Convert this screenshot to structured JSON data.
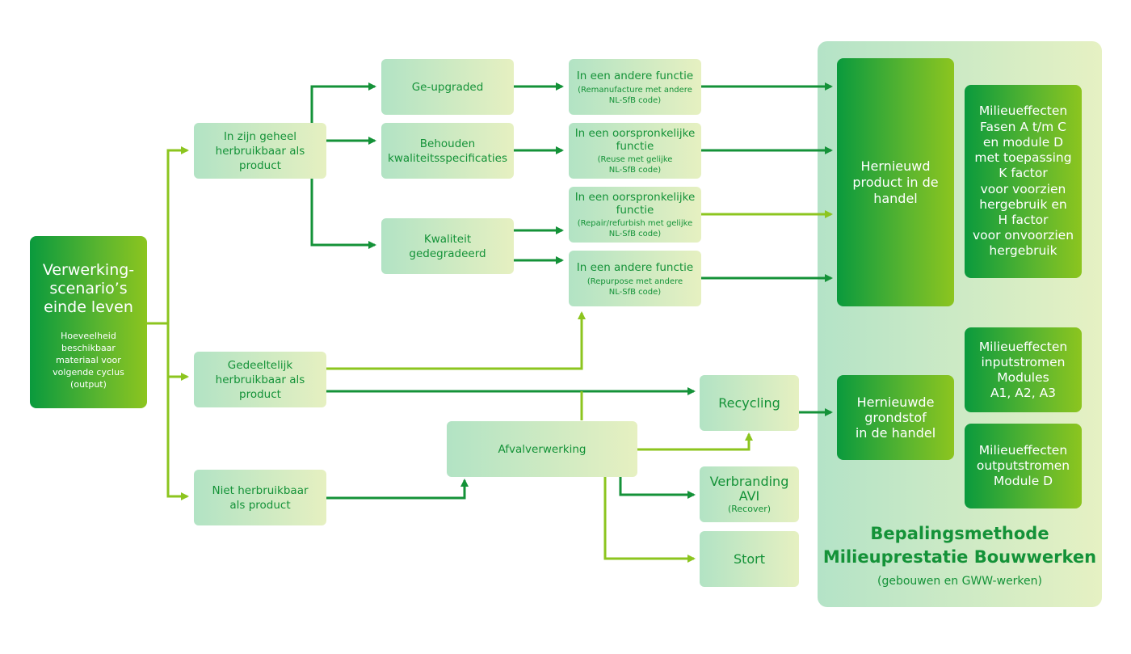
{
  "start": {
    "title": "Verwerking-\nscenario’s\neinde leven",
    "subtitle": "Hoeveelheid\nbeschikbaar\nmateriaal voor\nvolgende cyclus\n(output)"
  },
  "level1": {
    "whole": "In zijn geheel\nherbruikbaar als\nproduct",
    "partial": "Gedeeltelijk\nherbruikbaar als\nproduct",
    "none": "Niet herbruikbaar\nals product"
  },
  "level2": {
    "upgraded": "Ge-upgraded",
    "retained": "Behouden\nkwaliteitsspecificaties",
    "degraded": "Kwaliteit\ngedegradeerd"
  },
  "level3": {
    "remanufacture": {
      "title": "In een andere functie",
      "sub": "(Remanufacture met andere\nNL-SfB code)"
    },
    "reuse": {
      "title": "In een oorspronkelijke\nfunctie",
      "sub": "(Reuse met gelijke\nNL-SfB code)"
    },
    "repair": {
      "title": "In een oorspronkelijke\nfunctie",
      "sub": "(Repair/refurbish met gelijke\nNL-SfB code)"
    },
    "repurpose": {
      "title": "In een andere functie",
      "sub": "(Repurpose met andere\nNL-SfB code)"
    }
  },
  "waste": {
    "processing": "Afvalverwerking",
    "recycling": "Recycling",
    "incineration": {
      "title": "Verbranding\nAVI",
      "sub": "(Recover)"
    },
    "landfill": "Stort"
  },
  "market": {
    "product": "Hernieuwd\nproduct in de\nhandel",
    "material": "Hernieuwde\ngrondstof\nin de handel"
  },
  "effects": {
    "phases": "Milieueffecten\nFasen A t/m C\nen module D\nmet toepassing\nK factor\nvoor voorzien\nhergebruik en\nH factor\nvoor onvoorzien\nhergebruik",
    "input": "Milieueffecten\ninputstromen\nModules\nA1, A2, A3",
    "output": "Milieueffecten\noutputstromen\nModule D"
  },
  "panel": {
    "title": "Bepalingsmethode\nMilieuprestatie Bouwwerken",
    "subtitle": "(gebouwen en GWW-werken)"
  },
  "colors": {
    "dark_green": "#149238",
    "light_green": "#8cc51f",
    "box_gradient_start": "#b2e3c4",
    "box_gradient_end": "#e6f0c1"
  }
}
